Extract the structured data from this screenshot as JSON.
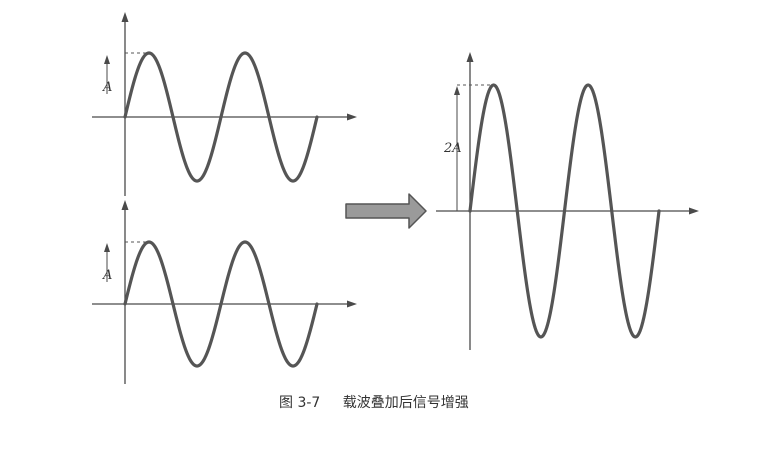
{
  "panels": [
    {
      "id": "wave-1",
      "amplitude_label": "A",
      "cycles": 2
    },
    {
      "id": "wave-2",
      "amplitude_label": "A",
      "cycles": 2
    },
    {
      "id": "wave-sum",
      "amplitude_label": "2A",
      "cycles": 2
    }
  ],
  "colors": {
    "wave": "#555555",
    "axis": "#4a4a4a",
    "arrow_fill": "#9a9a9a",
    "arrow_stroke": "#555555"
  },
  "caption": {
    "figure_number": "图 3-7",
    "text": "载波叠加后信号增强"
  }
}
